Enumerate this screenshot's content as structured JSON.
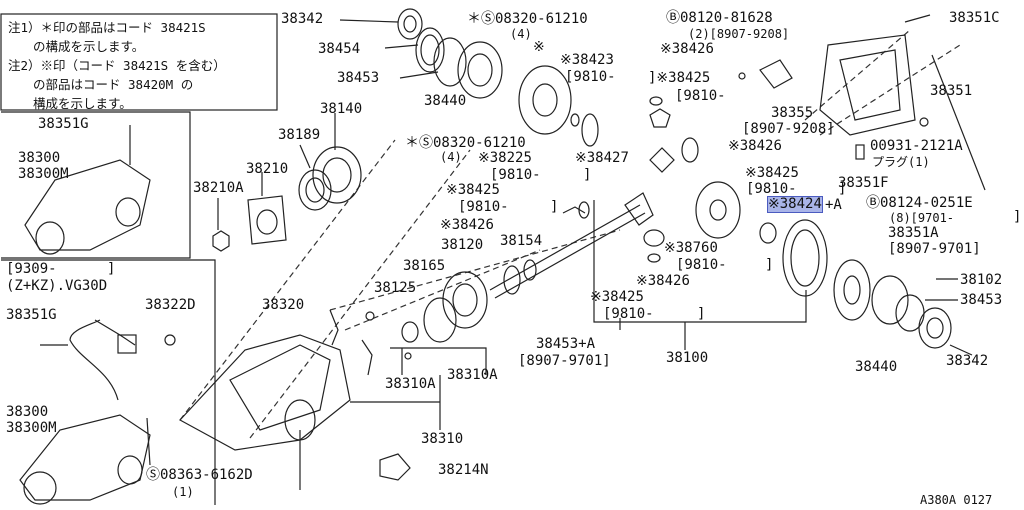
{
  "notes": [
    "注1）＊印の部品はコード 38421S",
    "　　の構成を示します。",
    "注2）※印（コード 38421S を含む）",
    "　　の部品はコード 38420M の",
    "　　構成を示します。"
  ],
  "labels": {
    "p38342_top": "38342",
    "p38454": "38454",
    "p38453_top": "38453",
    "p38440_top": "38440",
    "bolt_a": "＊Ⓢ08320-61210",
    "bolt_a_qty": "(4)",
    "p38423_mark": "※",
    "p38423": "※38423",
    "p38423_date": "[9810-",
    "p38426_a": "※38426",
    "p38425_a": "]※38425",
    "p38425_a_date": "[9810-",
    "bolt_b": "Ⓑ08120-81628",
    "bolt_b_qty": "(2)[8907-9208]",
    "p38351C": "38351C",
    "p38355": "38355",
    "p38355_date": "[8907-9208]",
    "p38351": "38351",
    "p38140": "38140",
    "p38189": "38189",
    "p38210": "38210",
    "p38210A": "38210A",
    "bolt_c": "＊Ⓢ08320-61210",
    "bolt_c_qty": "(4)",
    "p38225": "※38225",
    "p38225_date": "[9810-",
    "p38225_close": "]",
    "p38427": "※38427",
    "p38426_b": "※38426",
    "p00931": "00931-2121A",
    "plug": "プラグ(1)",
    "p38425_b": "※38425",
    "p38425_b_date": "[9810-",
    "p38425_b_close": "]",
    "p38351F": "38351F",
    "p38425_c": "※38425",
    "p38425_c_date": "[9810-",
    "p38425_c_close": "]",
    "p38424": "※38424",
    "p38424_suffix": "+A",
    "bolt_d": "Ⓑ08124-0251E",
    "bolt_d_qty": "(8)[9701-",
    "bolt_d_close": "]",
    "p38351A": "38351A",
    "p38351A_date": "[8907-9701]",
    "p38426_c": "※38426",
    "p38120": "38120",
    "p38154": "38154",
    "p38760": "※38760",
    "p38760_date": "[9810-",
    "p38760_close": "]",
    "p38165": "38165",
    "p38426_d": "※38426",
    "p38102": "38102",
    "p38453_right": "38453",
    "p38125": "38125",
    "p38425_d": "※38425",
    "p38425_d_date": "[9810-",
    "p38425_d_close": "]",
    "p38351G_top": "38351G",
    "p38300_top": "38300",
    "p38300M_top": "38300M",
    "version_a": "[9309-",
    "version_a_close": "]",
    "version_b": "(Z+KZ).VG30D",
    "p38322D": "38322D",
    "p38320": "38320",
    "p38453A": "38453+A",
    "p38453A_date": "[8907-9701]",
    "p38100": "38100",
    "p38440_right": "38440",
    "p38342_right": "38342",
    "p38351G_left": "38351G",
    "p38310A_a": "38310A",
    "p38310A_b": "38310A",
    "p38300_bottom": "38300",
    "p38300M_bottom": "38300M",
    "p38310": "38310",
    "bolt_e": "Ⓢ08363-6162D",
    "bolt_e_qty": "(1)",
    "p38214N": "38214N",
    "diagram_code": "A380A 0127"
  },
  "colors": {
    "line": "#222222",
    "highlight_fill": "#a9b4e8",
    "highlight_border": "#4b5bc0",
    "background": "#ffffff"
  }
}
